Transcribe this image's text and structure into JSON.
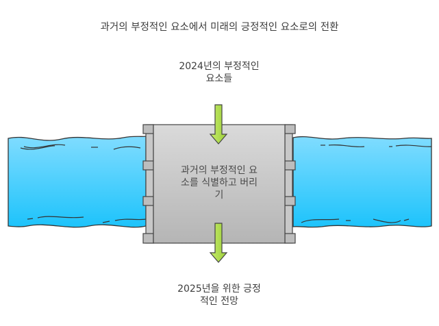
{
  "title": "과거의 부정적인 요소에서 미래의 긍정적인 요소로의 전환",
  "top_label": [
    "2024년의 부정적인",
    "요소들"
  ],
  "gate_label": [
    "과거의 부정적인 요",
    "소를 식별하고 버리",
    "기"
  ],
  "bottom_label": [
    "2025년을 위한 긍정",
    "적인 전망"
  ],
  "colors": {
    "water_top": "#7fdcff",
    "water_bottom": "#1ec4fb",
    "gate_top": "#d8d8d8",
    "gate_bottom": "#b8b8b8",
    "arrow": "#a8d64a"
  }
}
